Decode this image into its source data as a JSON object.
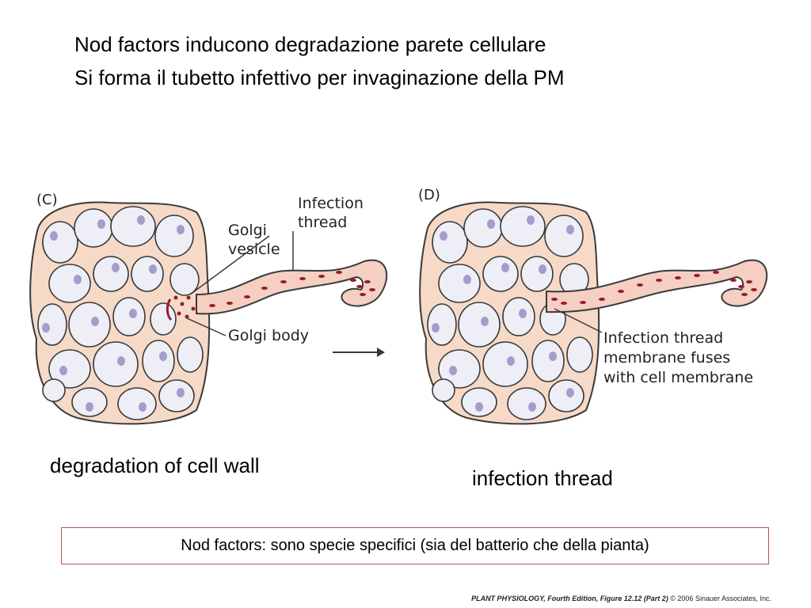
{
  "header": {
    "line1": "Nod factors inducono degradazione parete cellulare",
    "line2": "Si forma il tubetto infettivo per invaginazione della PM"
  },
  "panels": {
    "c": {
      "label": "(C)",
      "callout_infection_line1": "Infection",
      "callout_infection_line2": "thread",
      "callout_golgi_vesicle_line1": "Golgi",
      "callout_golgi_vesicle_line2": "vesicle",
      "callout_golgi_body": "Golgi body",
      "caption": "degradation of cell wall"
    },
    "d": {
      "label": "(D)",
      "callout_line1": "Infection thread",
      "callout_line2": "membrane fuses",
      "callout_line3": "with cell membrane",
      "caption": "infection thread"
    }
  },
  "note": "Nod factors: sono specie specifici (sia del batterio che della pianta)",
  "credit": {
    "book": "PLANT PHYSIOLOGY, Fourth Edition,",
    "figure": " Figure 12.12 (Part 2)",
    "copyright": "  © 2006 Sinauer Associates, Inc."
  },
  "colors": {
    "cell_wall": "#f6d9c6",
    "cell_interior": "#eeeef6",
    "nucleus": "#a59ccc",
    "thread_fill": "#f4cfc2",
    "bacteria": "#9a1b2c",
    "outline": "#3a3a3a",
    "note_border": "#c0504d"
  }
}
